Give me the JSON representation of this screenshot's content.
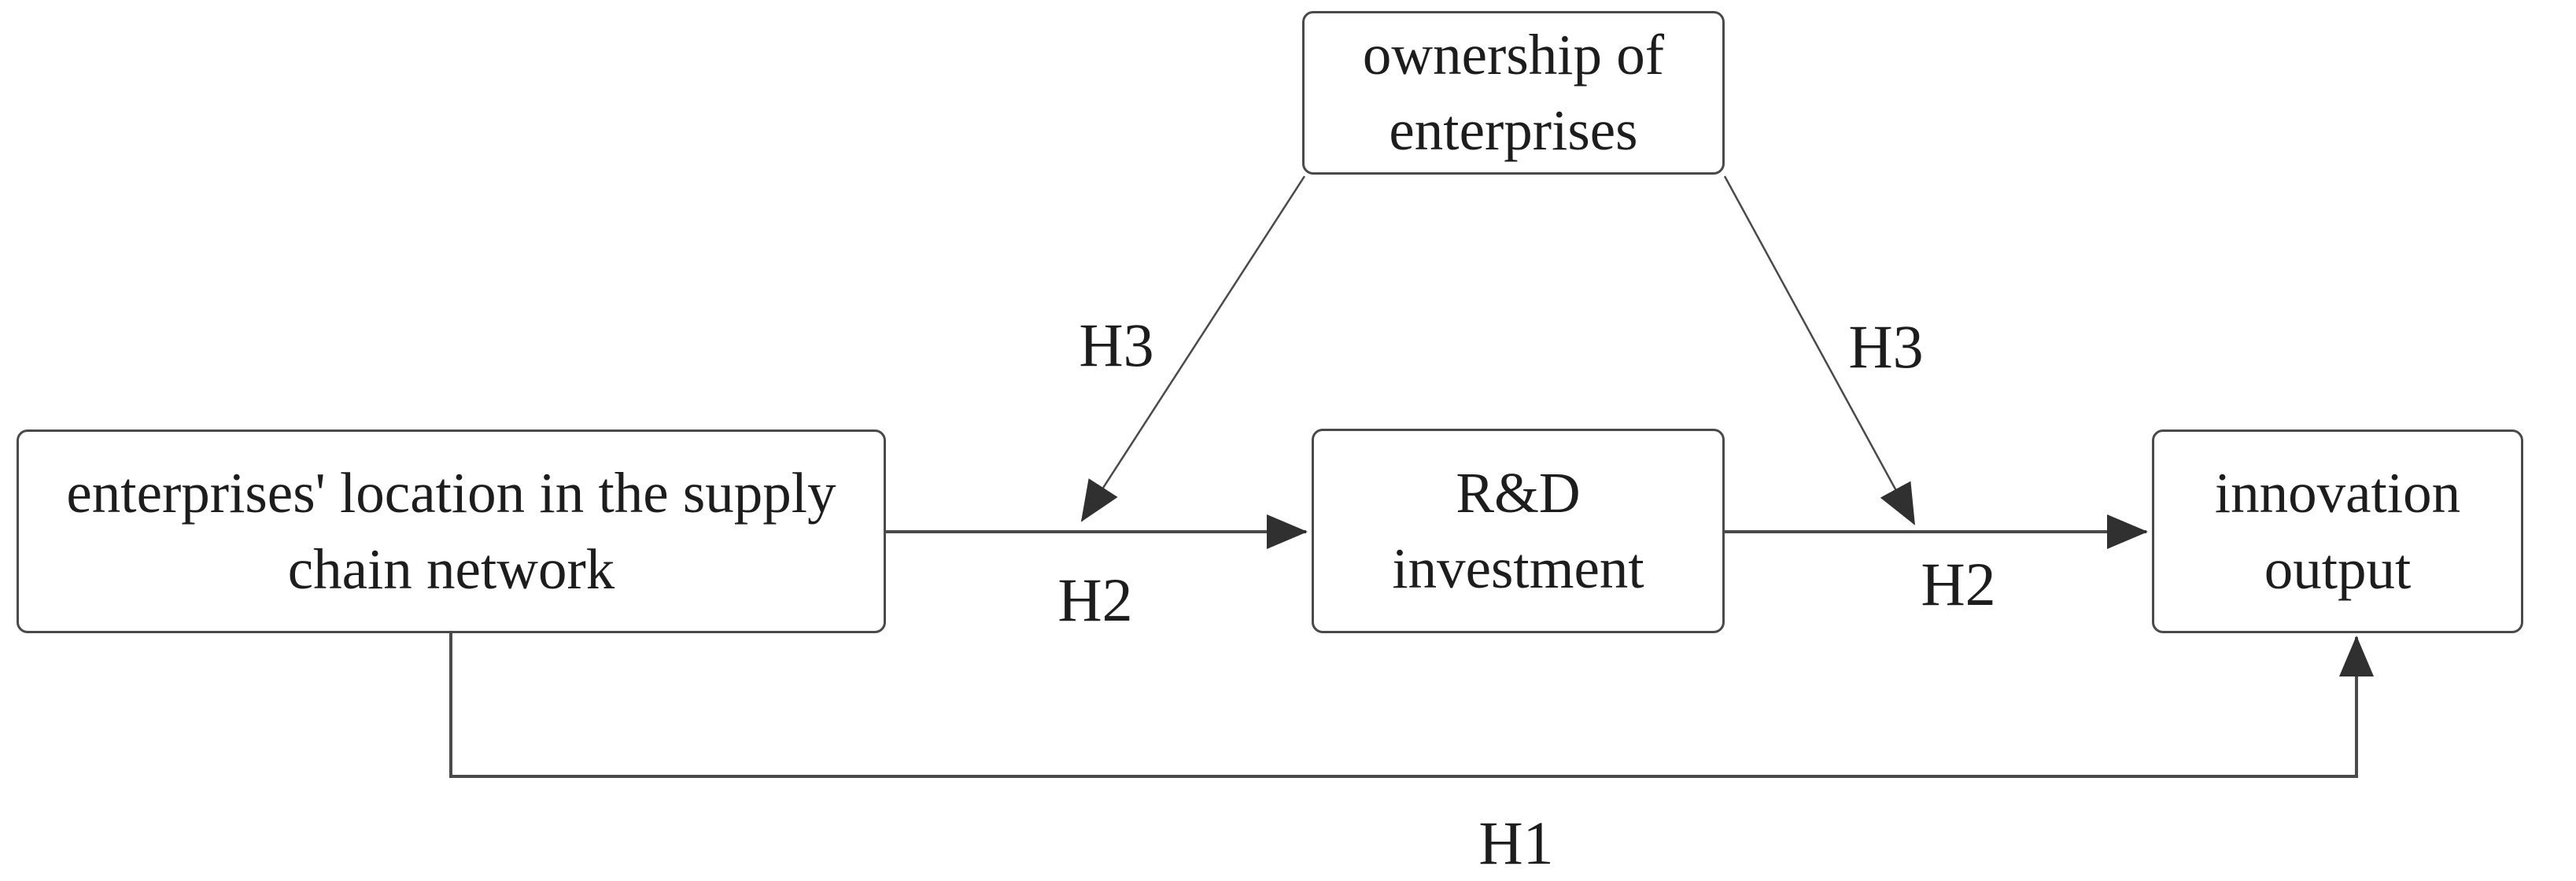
{
  "figure": {
    "line_color": "#4a4a4a",
    "arrow_color": "#303030",
    "text_color": "#1d1d1d",
    "background": "#ffffff"
  },
  "nodes": {
    "ownership": {
      "label": "ownership of\nenterprises"
    },
    "location": {
      "label": "enterprises' location in the supply\nchain network"
    },
    "rnd": {
      "label": "R&D\ninvestment"
    },
    "innovation": {
      "label": "innovation\noutput"
    }
  },
  "edges": {
    "h1": {
      "label": "H1"
    },
    "h2_left": {
      "label": "H2"
    },
    "h2_right": {
      "label": "H2"
    },
    "h3_left": {
      "label": "H3"
    },
    "h3_right": {
      "label": "H3"
    }
  }
}
